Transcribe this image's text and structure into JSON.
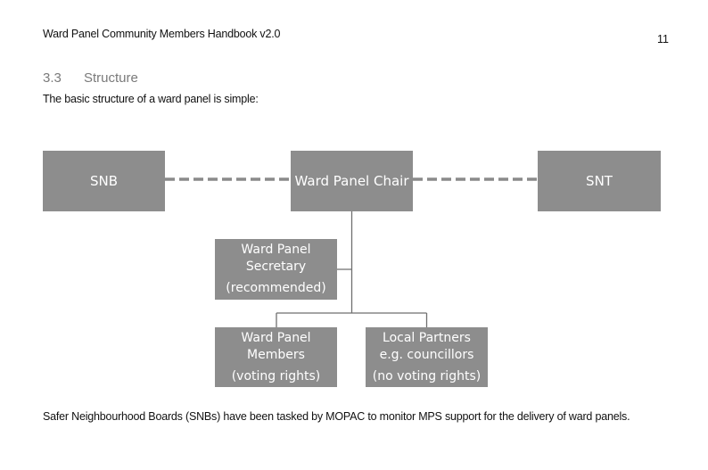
{
  "header": {
    "title": "Ward Panel Community Members Handbook v2.0",
    "page_number": "11"
  },
  "section": {
    "number": "3.3",
    "title": "Structure"
  },
  "intro": "The basic structure of a ward panel is simple:",
  "diagram": {
    "box_color": "#8d8d8d",
    "line_color": "#7a7a7a",
    "nodes": {
      "snb": {
        "line1": "SNB"
      },
      "chair": {
        "line1": "Ward Panel Chair"
      },
      "snt": {
        "line1": "SNT"
      },
      "secretary": {
        "line1": "Ward Panel",
        "line2": "Secretary",
        "note": "(recommended)"
      },
      "members": {
        "line1": "Ward Panel",
        "line2": "Members",
        "note": "(voting rights)"
      },
      "partners": {
        "line1": "Local Partners",
        "line2": "e.g. councillors",
        "note": "(no voting rights)"
      }
    },
    "edges": [
      {
        "from": "snb",
        "to": "chair",
        "style": "dashed"
      },
      {
        "from": "chair",
        "to": "snt",
        "style": "dashed"
      },
      {
        "from": "chair",
        "to": "secretary",
        "style": "solid"
      },
      {
        "from": "chair",
        "to": "members",
        "style": "solid"
      },
      {
        "from": "chair",
        "to": "partners",
        "style": "solid"
      }
    ]
  },
  "footer_paragraph": "Safer Neighbourhood Boards (SNBs) have been tasked by MOPAC to monitor MPS support for the delivery of ward panels."
}
